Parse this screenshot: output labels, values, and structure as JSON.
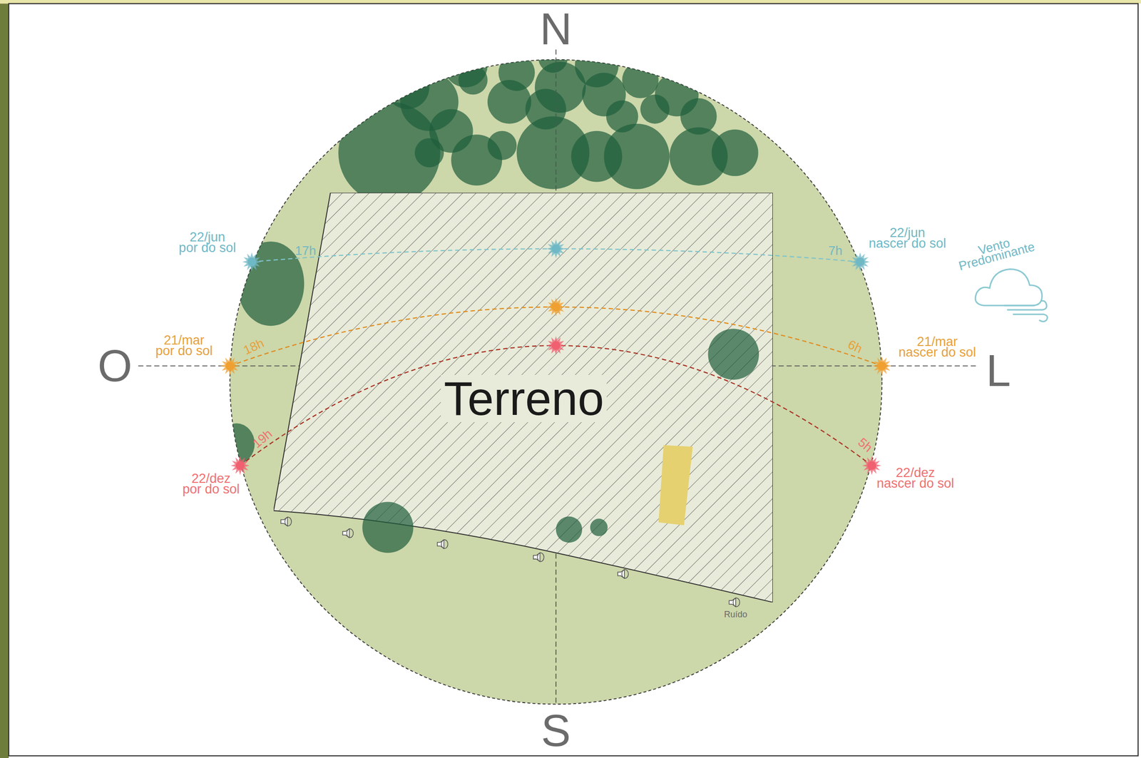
{
  "diagram": {
    "nodes": [
      {
        "text": [
          "Terreno"
        ]
      }
    ],
    "labels": [
      "N",
      "S",
      "O",
      "L",
      "22/jun por do sol",
      "17h",
      "7h",
      "22/jun nascer do sol",
      "Vento Predominante",
      "21/mar por do sol",
      "18h",
      "6h",
      "21/mar nascer do sol",
      "22/dez por do sol",
      "19h",
      "5h",
      "22/dez nascer do sol",
      "Ruído"
    ]
  }
}
